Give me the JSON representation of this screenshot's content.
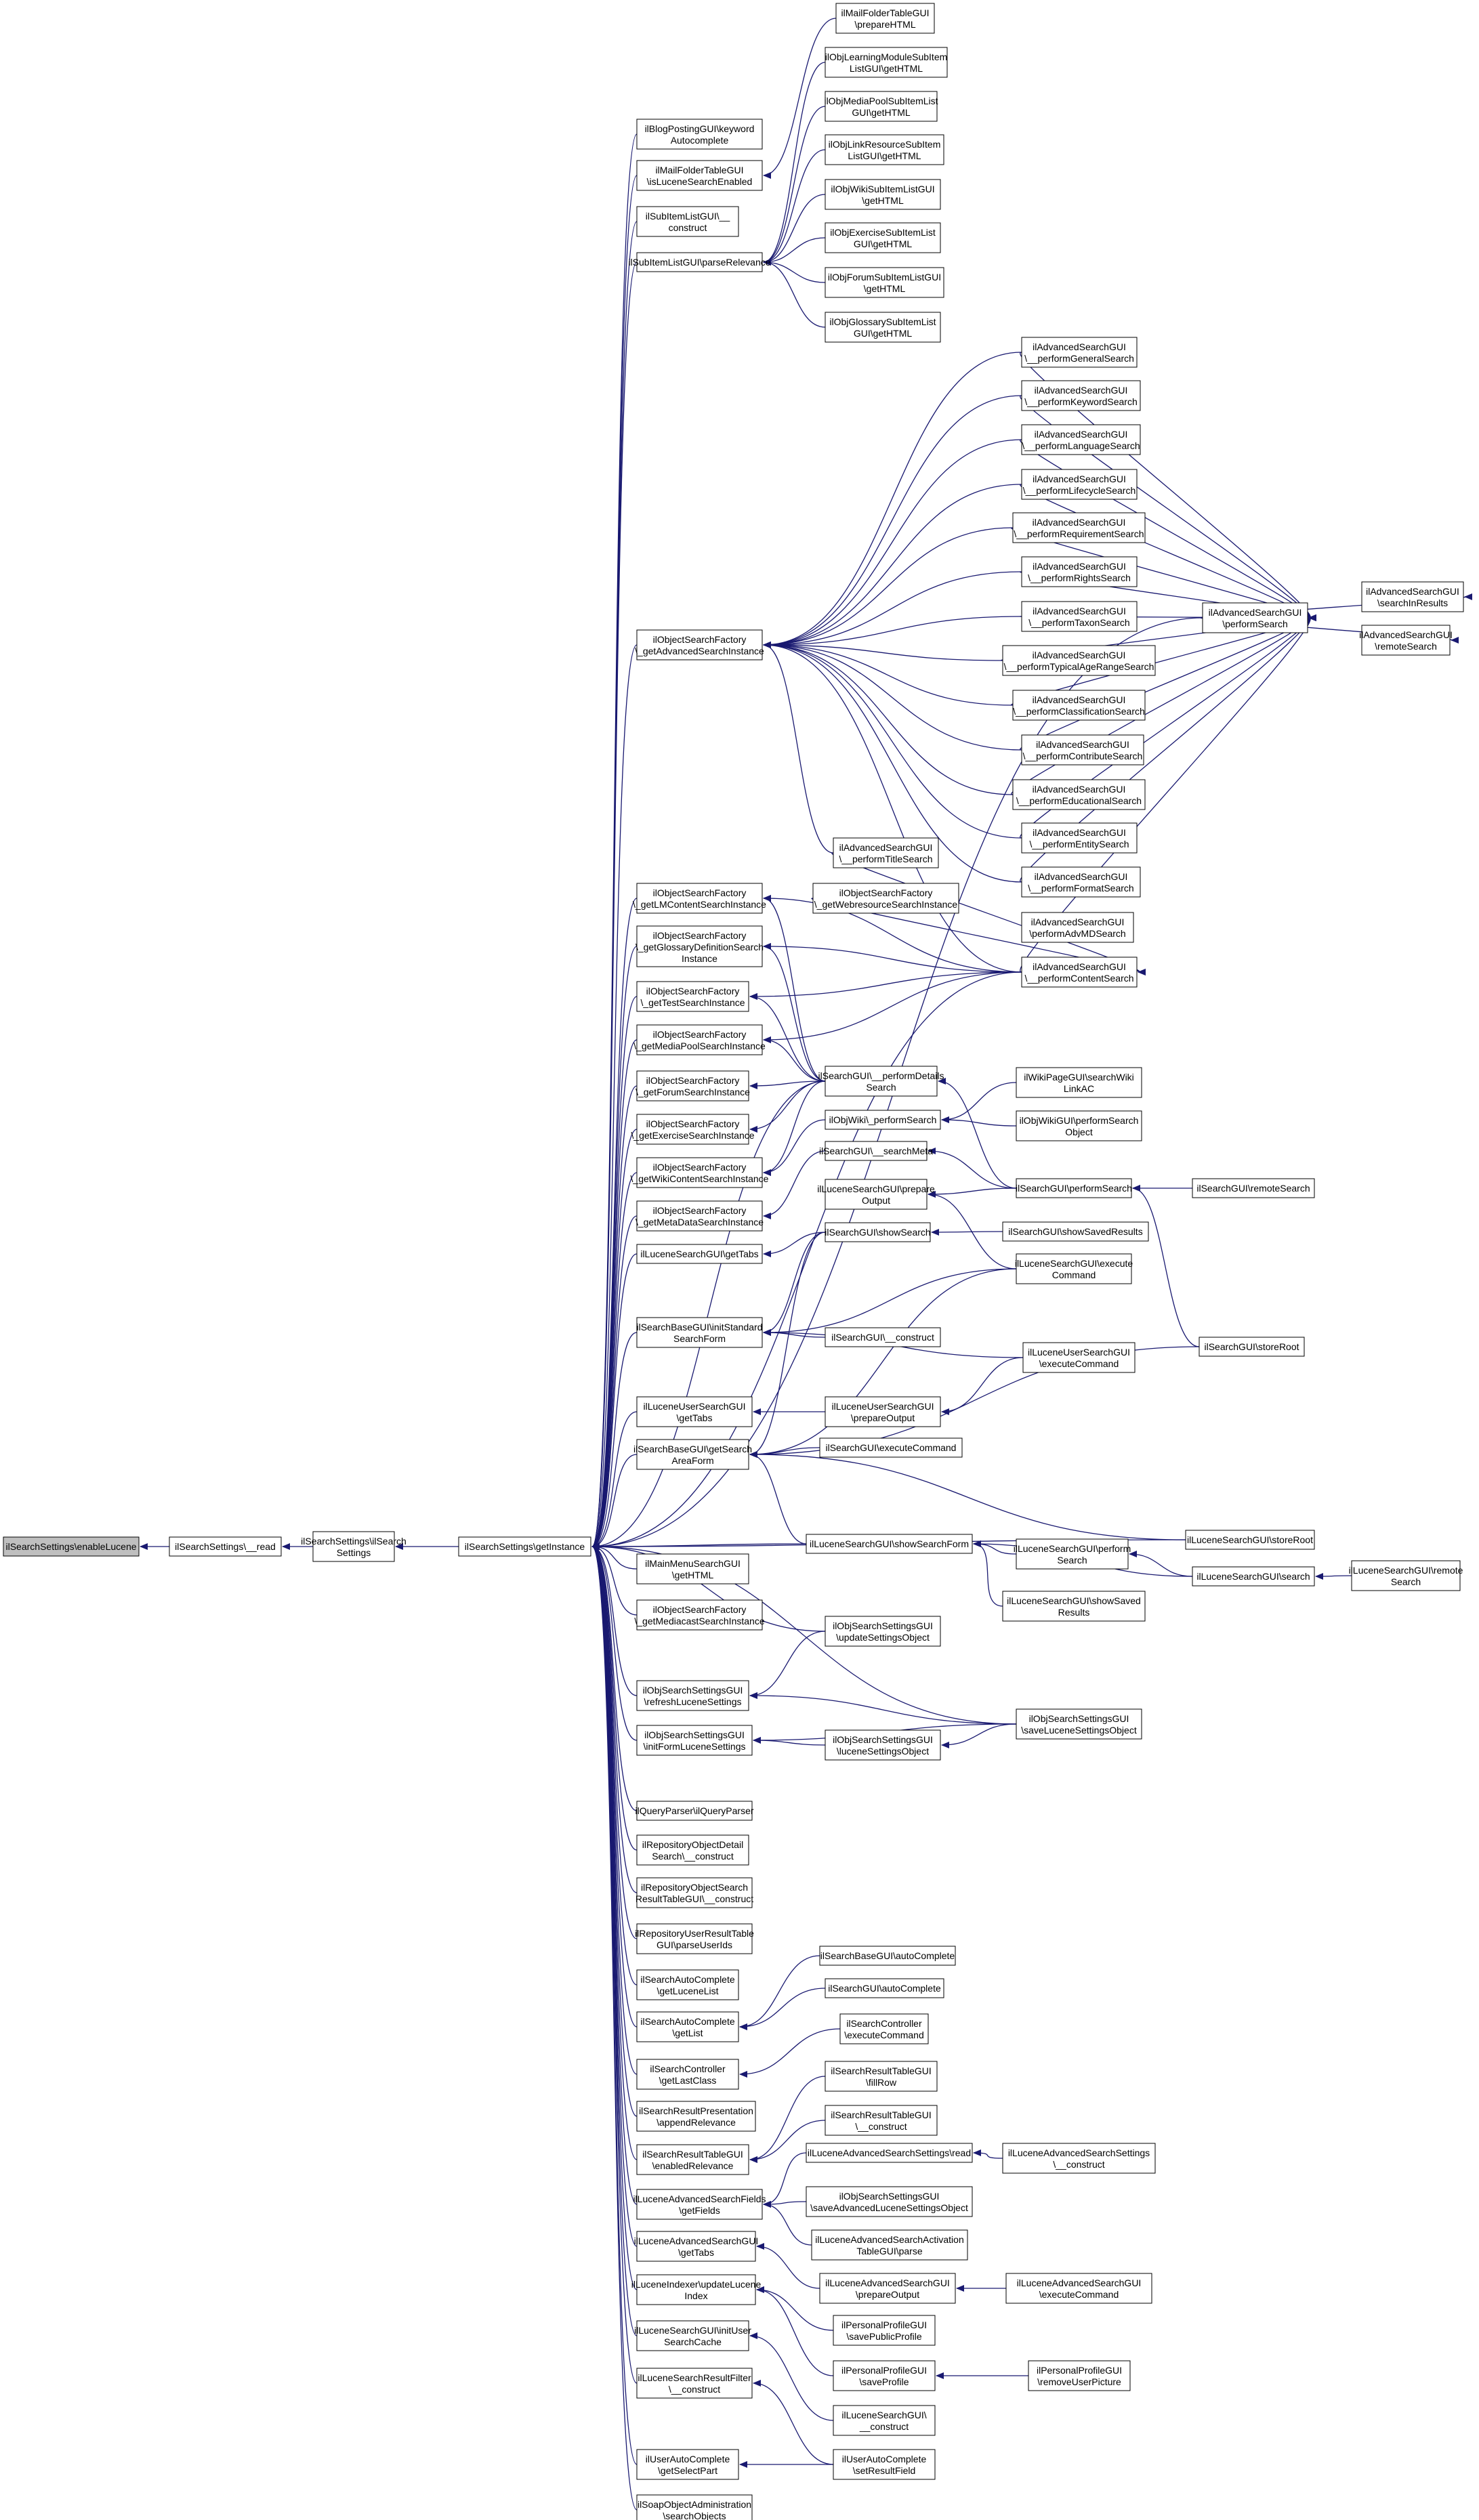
{
  "colors": {
    "edge": "#191970",
    "root_fill": "#bfbfbf",
    "node_fill": "#ffffff",
    "border": "#000000"
  },
  "nodes": {
    "n0": [
      "ilSearchSettings\\enableLucene"
    ],
    "n1": [
      "ilSearchSettings\\__read"
    ],
    "n2": [
      "ilSearchSettings\\ilSearch",
      "Settings"
    ],
    "n3": [
      "ilSearchSettings\\getInstance"
    ],
    "a1": [
      "ilBlogPostingGUI\\keyword",
      "Autocomplete"
    ],
    "a2": [
      "ilMailFolderTableGUI",
      "\\isLuceneSearchEnabled"
    ],
    "a3": [
      "ilSubItemListGUI\\__",
      "construct"
    ],
    "a4": [
      "ilSubItemListGUI\\parseRelevance"
    ],
    "a5": [
      "ilObjectSearchFactory",
      "\\_getAdvancedSearchInstance"
    ],
    "a6": [
      "ilObjectSearchFactory",
      "\\_getLMContentSearchInstance"
    ],
    "a7": [
      "ilObjectSearchFactory",
      "\\_getGlossaryDefinitionSearch",
      "Instance"
    ],
    "a8": [
      "ilObjectSearchFactory",
      "\\_getTestSearchInstance"
    ],
    "a9": [
      "ilObjectSearchFactory",
      "\\_getMediaPoolSearchInstance"
    ],
    "a10": [
      "ilObjectSearchFactory",
      "\\_getForumSearchInstance"
    ],
    "a11": [
      "ilObjectSearchFactory",
      "\\_getExerciseSearchInstance"
    ],
    "a12": [
      "ilObjectSearchFactory",
      "\\_getWikiContentSearchInstance"
    ],
    "a13": [
      "ilObjectSearchFactory",
      "\\_getMetaDataSearchInstance"
    ],
    "a14": [
      "ilLuceneSearchGUI\\getTabs"
    ],
    "a15": [
      "ilSearchBaseGUI\\initStandard",
      "SearchForm"
    ],
    "a16": [
      "ilLuceneUserSearchGUI",
      "\\getTabs"
    ],
    "a17": [
      "ilSearchBaseGUI\\getSearch",
      "AreaForm"
    ],
    "a18": [
      "ilMainMenuSearchGUI",
      "\\getHTML"
    ],
    "a19": [
      "ilObjectSearchFactory",
      "\\_getMediacastSearchInstance"
    ],
    "a20": [
      "ilObjSearchSettingsGUI",
      "\\refreshLuceneSettings"
    ],
    "a21": [
      "ilObjSearchSettingsGUI",
      "\\initFormLuceneSettings"
    ],
    "a22": [
      "ilQueryParser\\ilQueryParser"
    ],
    "a23": [
      "ilRepositoryObjectDetail",
      "Search\\__construct"
    ],
    "a24": [
      "ilRepositoryObjectSearch",
      "ResultTableGUI\\__construct"
    ],
    "a25": [
      "ilRepositoryUserResultTable",
      "GUI\\parseUserIds"
    ],
    "a26": [
      "ilSearchAutoComplete",
      "\\getLuceneList"
    ],
    "a27": [
      "ilSearchAutoComplete",
      "\\getList"
    ],
    "a28": [
      "ilSearchController",
      "\\getLastClass"
    ],
    "a29": [
      "ilSearchResultPresentation",
      "\\appendRelevance"
    ],
    "a30": [
      "ilSearchResultTableGUI",
      "\\enabledRelevance"
    ],
    "a31": [
      "ilLuceneAdvancedSearchFields",
      "\\getFields"
    ],
    "a32": [
      "ilLuceneAdvancedSearchGUI",
      "\\getTabs"
    ],
    "a33": [
      "ilLuceneIndexer\\updateLucene",
      "Index"
    ],
    "a34": [
      "ilLuceneSearchGUI\\initUser",
      "SearchCache"
    ],
    "a35": [
      "ilLuceneSearchResultFilter",
      "\\__construct"
    ],
    "a36": [
      "ilUserAutoComplete",
      "\\getSelectPart"
    ],
    "a37": [
      "ilSoapObjectAdministration",
      "\\searchObjects"
    ],
    "b1": [
      "ilMailFolderTableGUI",
      "\\prepareHTML"
    ],
    "b2": [
      "ilObjLearningModuleSubItem",
      "ListGUI\\getHTML"
    ],
    "b3": [
      "ilObjMediaPoolSubItemList",
      "GUI\\getHTML"
    ],
    "b4": [
      "ilObjLinkResourceSubItem",
      "ListGUI\\getHTML"
    ],
    "b5": [
      "ilObjWikiSubItemListGUI",
      "\\getHTML"
    ],
    "b6": [
      "ilObjExerciseSubItemList",
      "GUI\\getHTML"
    ],
    "b7": [
      "ilObjForumSubItemListGUI",
      "\\getHTML"
    ],
    "b8": [
      "ilObjGlossarySubItemList",
      "GUI\\getHTML"
    ],
    "c1": [
      "ilAdvancedSearchGUI",
      "\\__performGeneralSearch"
    ],
    "c2": [
      "ilAdvancedSearchGUI",
      "\\__performKeywordSearch"
    ],
    "c3": [
      "ilAdvancedSearchGUI",
      "\\__performLanguageSearch"
    ],
    "c4": [
      "ilAdvancedSearchGUI",
      "\\__performLifecycleSearch"
    ],
    "c5": [
      "ilAdvancedSearchGUI",
      "\\__performRequirementSearch"
    ],
    "c6": [
      "ilAdvancedSearchGUI",
      "\\__performRightsSearch"
    ],
    "c7": [
      "ilAdvancedSearchGUI",
      "\\__performTaxonSearch"
    ],
    "c8": [
      "ilAdvancedSearchGUI",
      "\\__performTypicalAgeRangeSearch"
    ],
    "c9": [
      "ilAdvancedSearchGUI",
      "\\__performClassificationSearch"
    ],
    "c10": [
      "ilAdvancedSearchGUI",
      "\\__performContributeSearch"
    ],
    "c11": [
      "ilAdvancedSearchGUI",
      "\\__performEducationalSearch"
    ],
    "c12": [
      "ilAdvancedSearchGUI",
      "\\__performEntitySearch"
    ],
    "c13": [
      "ilAdvancedSearchGUI",
      "\\__performFormatSearch"
    ],
    "c14": [
      "ilAdvancedSearchGUI",
      "\\performAdvMDSearch"
    ],
    "c15": [
      "ilAdvancedSearchGUI",
      "\\__performContentSearch"
    ],
    "t1": [
      "ilAdvancedSearchGUI",
      "\\__performTitleSearch"
    ],
    "w1": [
      "ilObjectSearchFactory",
      "\\_getWebresourceSearchInstance"
    ],
    "d1": [
      "ilAdvancedSearchGUI",
      "\\performSearch"
    ],
    "e1": [
      "ilAdvancedSearchGUI",
      "\\searchInResults"
    ],
    "e2": [
      "ilAdvancedSearchGUI",
      "\\remoteSearch"
    ],
    "f1": [
      "ilSearchGUI\\__performDetails",
      "Search"
    ],
    "f2": [
      "ilObjWiki\\_performSearch"
    ],
    "f3": [
      "ilSearchGUI\\__searchMeta"
    ],
    "f4": [
      "ilLuceneSearchGUI\\prepare",
      "Output"
    ],
    "f5": [
      "ilSearchGUI\\showSearch"
    ],
    "f6": [
      "ilSearchGUI\\__construct"
    ],
    "f7": [
      "ilLuceneUserSearchGUI",
      "\\prepareOutput"
    ],
    "f8": [
      "ilSearchGUI\\executeCommand"
    ],
    "f9": [
      "ilLuceneSearchGUI\\showSearchForm"
    ],
    "f10": [
      "ilObjSearchSettingsGUI",
      "\\updateSettingsObject"
    ],
    "f11": [
      "ilObjSearchSettingsGUI",
      "\\luceneSettingsObject"
    ],
    "f12": [
      "ilSearchBaseGUI\\autoComplete"
    ],
    "f13": [
      "ilSearchGUI\\autoComplete"
    ],
    "f14": [
      "ilSearchController",
      "\\executeCommand"
    ],
    "f15": [
      "ilSearchResultTableGUI",
      "\\fillRow"
    ],
    "f16": [
      "ilSearchResultTableGUI",
      "\\__construct"
    ],
    "f17": [
      "ilLuceneAdvancedSearchSettings\\read"
    ],
    "f18": [
      "ilObjSearchSettingsGUI",
      "\\saveAdvancedLuceneSettingsObject"
    ],
    "f19": [
      "ilLuceneAdvancedSearchActivation",
      "TableGUI\\parse"
    ],
    "f20": [
      "ilLuceneAdvancedSearchGUI",
      "\\prepareOutput"
    ],
    "f21": [
      "ilPersonalProfileGUI",
      "\\savePublicProfile"
    ],
    "f22": [
      "ilPersonalProfileGUI",
      "\\saveProfile"
    ],
    "f23": [
      "ilLuceneSearchGUI\\",
      "__construct"
    ],
    "f24": [
      "ilUserAutoComplete",
      "\\setResultField"
    ],
    "g1": [
      "ilWikiPageGUI\\searchWiki",
      "LinkAC"
    ],
    "g2": [
      "ilObjWikiGUI\\performSearch",
      "Object"
    ],
    "g3": [
      "ilSearchGUI\\performSearch"
    ],
    "g4": [
      "ilSearchGUI\\showSavedResults"
    ],
    "g5": [
      "ilLuceneSearchGUI\\execute",
      "Command"
    ],
    "g6": [
      "ilLuceneUserSearchGUI",
      "\\executeCommand"
    ],
    "g7": [
      "ilLuceneSearchGUI\\perform",
      "Search"
    ],
    "g8": [
      "ilLuceneSearchGUI\\showSaved",
      "Results"
    ],
    "g9": [
      "ilObjSearchSettingsGUI",
      "\\saveLuceneSettingsObject"
    ],
    "g10": [
      "ilLuceneAdvancedSearchSettings",
      "\\__construct"
    ],
    "g11": [
      "ilLuceneAdvancedSearchGUI",
      "\\executeCommand"
    ],
    "g12": [
      "ilPersonalProfileGUI",
      "\\removeUserPicture"
    ],
    "h1": [
      "ilSearchGUI\\remoteSearch"
    ],
    "h2": [
      "ilSearchGUI\\storeRoot"
    ],
    "h3": [
      "ilLuceneSearchGUI\\storeRoot"
    ],
    "h4": [
      "ilLuceneSearchGUI\\search"
    ],
    "i1": [
      "ilLuceneSearchGUI\\remote",
      "Search"
    ]
  }
}
